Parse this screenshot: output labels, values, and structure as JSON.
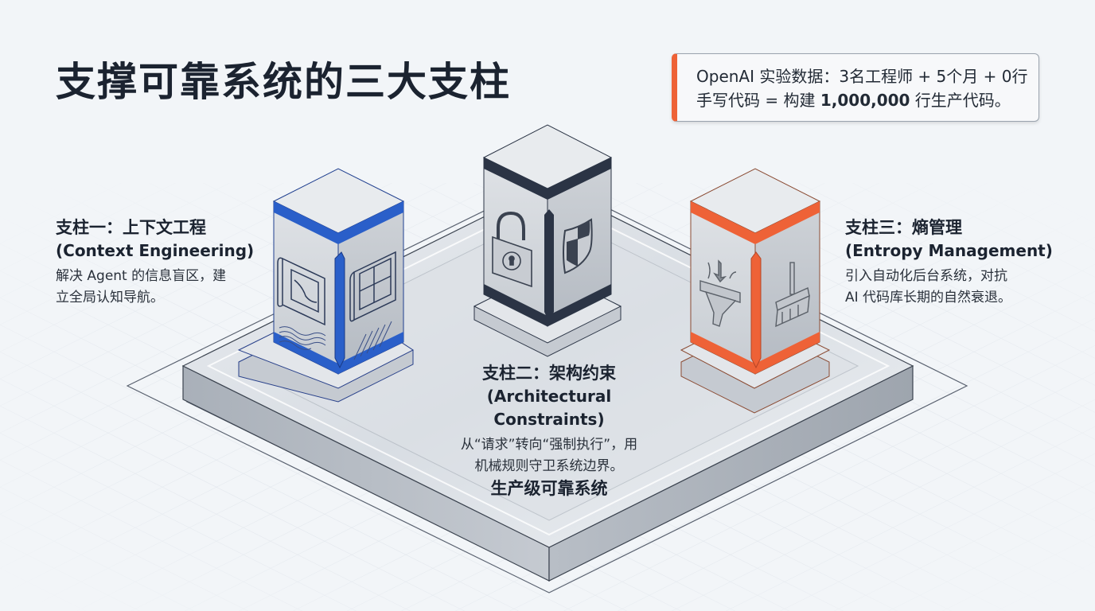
{
  "title": "支撑可靠系统的三大支柱",
  "callout": {
    "accent_color": "#ee6237",
    "line1": "OpenAI 实验数据：3名工程师 + 5个月 + 0行",
    "line2_prefix": "手写代码 = 构建 ",
    "line2_number": "1,000,000",
    "line2_suffix": " 行生产代码。"
  },
  "pillars": [
    {
      "title": "支柱一：上下文工程",
      "subtitle": "(Context Engineering)",
      "desc_line1": "解决 Agent 的信息盲区，建",
      "desc_line2": "立全局认知导航。",
      "accent_color": "#2a5fc9",
      "icons": [
        "blueprint-map-icon",
        "floor-plan-icon"
      ]
    },
    {
      "title": "支柱二：架构约束",
      "subtitle": "(Architectural Constraints)",
      "desc_line1": "从“请求”转向“强制执行”，用",
      "desc_line2": "机械规则守卫系统边界。",
      "accent_color": "#2b3445",
      "icons": [
        "padlock-icon",
        "shield-icon"
      ]
    },
    {
      "title": "支柱三：熵管理",
      "subtitle": "(Entropy Management)",
      "desc_line1": "引入自动化后台系统，对抗",
      "desc_line2": "AI 代码库长期的自然衰退。",
      "accent_color": "#ee6237",
      "icons": [
        "filter-funnel-icon",
        "broom-icon"
      ]
    }
  ],
  "base": {
    "label": "生产级可靠系统"
  }
}
